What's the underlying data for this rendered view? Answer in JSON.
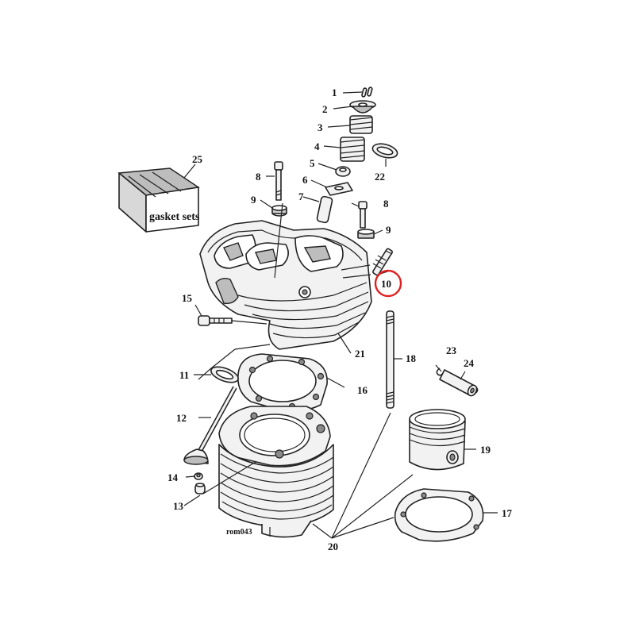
{
  "diagram": {
    "drawing_code": "rom043",
    "gasket_box_label": "gasket sets",
    "highlighted_part": "10",
    "parts": [
      {
        "id": "1",
        "label": "1"
      },
      {
        "id": "2",
        "label": "2"
      },
      {
        "id": "3",
        "label": "3"
      },
      {
        "id": "4",
        "label": "4"
      },
      {
        "id": "5",
        "label": "5"
      },
      {
        "id": "6",
        "label": "6"
      },
      {
        "id": "7",
        "label": "7"
      },
      {
        "id": "8a",
        "label": "8"
      },
      {
        "id": "8b",
        "label": "8"
      },
      {
        "id": "9a",
        "label": "9"
      },
      {
        "id": "9b",
        "label": "9"
      },
      {
        "id": "10",
        "label": "10"
      },
      {
        "id": "11",
        "label": "11"
      },
      {
        "id": "12",
        "label": "12"
      },
      {
        "id": "13",
        "label": "13"
      },
      {
        "id": "14",
        "label": "14"
      },
      {
        "id": "15",
        "label": "15"
      },
      {
        "id": "16",
        "label": "16"
      },
      {
        "id": "17",
        "label": "17"
      },
      {
        "id": "18",
        "label": "18"
      },
      {
        "id": "19",
        "label": "19"
      },
      {
        "id": "20",
        "label": "20"
      },
      {
        "id": "21",
        "label": "21"
      },
      {
        "id": "22",
        "label": "22"
      },
      {
        "id": "23",
        "label": "23"
      },
      {
        "id": "24",
        "label": "24"
      },
      {
        "id": "25",
        "label": "25"
      }
    ]
  }
}
